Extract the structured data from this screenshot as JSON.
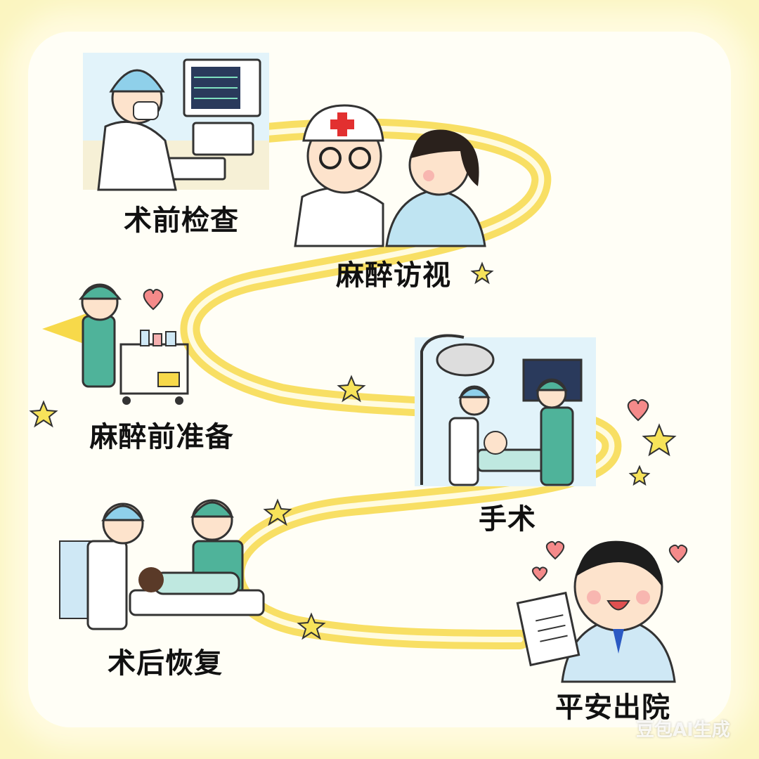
{
  "steps": [
    {
      "label": "术前检查"
    },
    {
      "label": "麻醉访视"
    },
    {
      "label": "麻醉前准备"
    },
    {
      "label": "手术"
    },
    {
      "label": "术后恢复"
    },
    {
      "label": "平安出院"
    }
  ],
  "watermark": "豆包AI生成",
  "colors": {
    "background": "#fbf5c0",
    "ribbon": "#f7d94a",
    "scrubs": "#4fb39a",
    "cap": "#8fd0ea"
  }
}
